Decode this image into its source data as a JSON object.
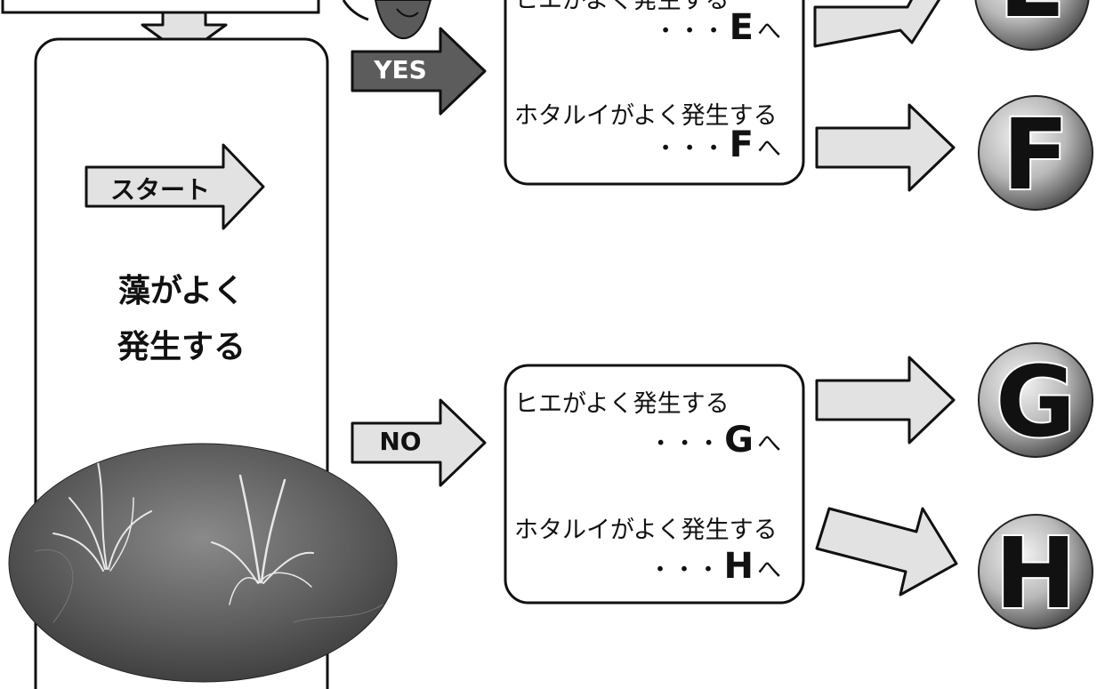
{
  "start": {
    "label": "スタート"
  },
  "condition": {
    "line1": "藻がよく",
    "line2": "発生する"
  },
  "branches": {
    "yes": {
      "label": "YES"
    },
    "no": {
      "label": "NO"
    }
  },
  "yes_box": {
    "item1": {
      "text": "ヒエがよく発生する",
      "dots": "・・・",
      "letter": "E",
      "suffix": "へ"
    },
    "item2": {
      "text": "ホタルイがよく発生する",
      "dots": "・・・",
      "letter": "F",
      "suffix": "へ"
    }
  },
  "no_box": {
    "item1": {
      "text": "ヒエがよく発生する",
      "dots": "・・・",
      "letter": "G",
      "suffix": "へ"
    },
    "item2": {
      "text": "ホタルイがよく発生する",
      "dots": "・・・",
      "letter": "H",
      "suffix": "へ"
    }
  },
  "results": {
    "e": "E",
    "f": "F",
    "g": "G",
    "h": "H"
  }
}
